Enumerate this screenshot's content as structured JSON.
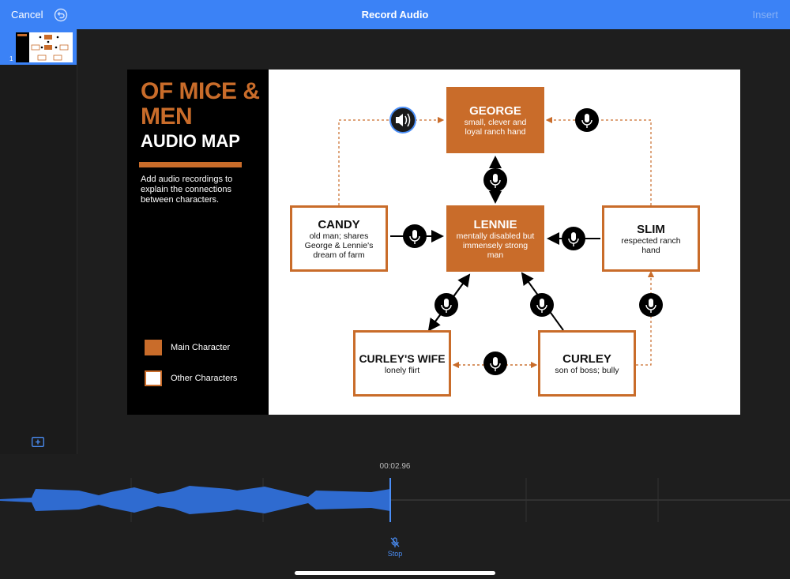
{
  "topbar": {
    "cancel": "Cancel",
    "title": "Record Audio",
    "insert": "Insert"
  },
  "sidebar": {
    "slide_number": "1"
  },
  "slide": {
    "title_line1": "OF MICE & MEN",
    "title_line2": "AUDIO MAP",
    "description": "Add audio recordings to explain the connections between characters.",
    "legend": {
      "main": "Main Character",
      "other": "Other Characters"
    },
    "nodes": {
      "george": {
        "name": "GEORGE",
        "desc": "small, clever and loyal ranch hand"
      },
      "lennie": {
        "name": "LENNIE",
        "desc": "mentally disabled but immensely strong man"
      },
      "candy": {
        "name": "CANDY",
        "desc": "old man; shares George & Lennie's dream of farm"
      },
      "slim": {
        "name": "SLIM",
        "desc": "respected ranch hand"
      },
      "curleys_wife": {
        "name": "CURLEY'S WIFE",
        "desc": "lonely flirt"
      },
      "curley": {
        "name": "CURLEY",
        "desc": "son of boss; bully"
      }
    }
  },
  "recorder": {
    "time": "00:02.96",
    "stop_label": "Stop"
  },
  "colors": {
    "accent": "#3b82f6",
    "brand_orange": "#c96c2a"
  },
  "icons": [
    "undo-icon",
    "speaker-icon",
    "microphone-icon",
    "add-slide-icon",
    "mic-off-icon"
  ]
}
